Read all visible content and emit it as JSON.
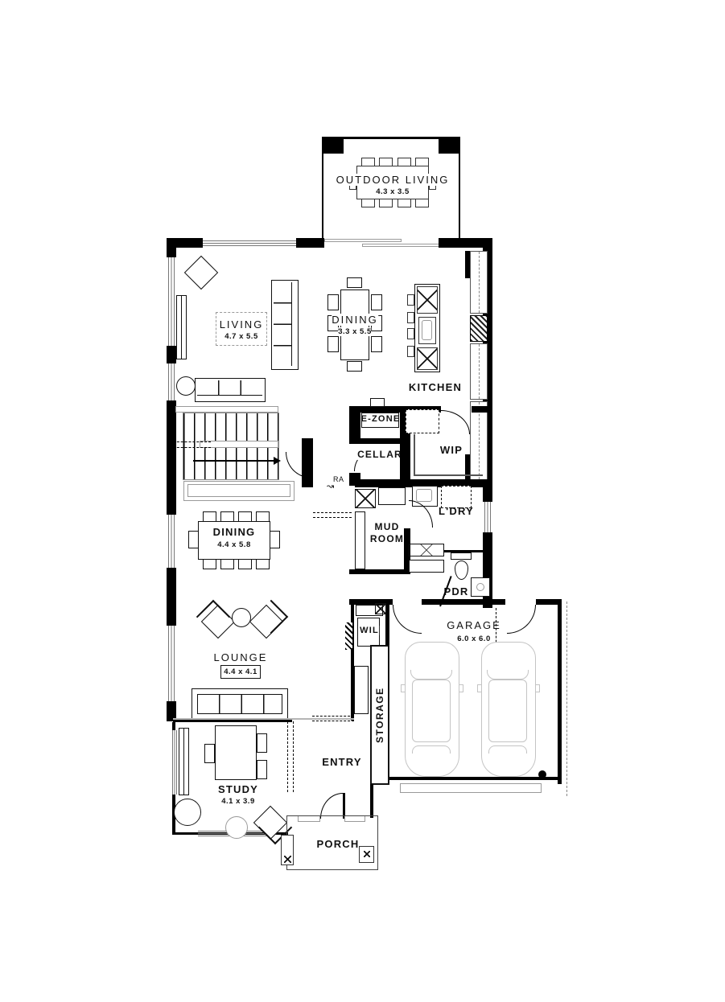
{
  "plan": {
    "rooms": {
      "outdoor_living": {
        "name": "OUTDOOR LIVING",
        "dims": "4.3 x 3.5"
      },
      "living": {
        "name": "LIVING",
        "dims": "4.7 x 5.5"
      },
      "dining_upper": {
        "name": "DINING",
        "dims": "3.3 x 5.5"
      },
      "kitchen": {
        "name": "KITCHEN"
      },
      "e_zone": {
        "name": "E-ZONE"
      },
      "cellar": {
        "name": "CELLAR"
      },
      "wip": {
        "name": "WIP"
      },
      "ldry": {
        "name": "L'DRY"
      },
      "mud_room": {
        "name": "MUD ROOM"
      },
      "dining_lower": {
        "name": "DINING",
        "dims": "4.4 x 5.8"
      },
      "pdr": {
        "name": "PDR"
      },
      "lounge": {
        "name": "LOUNGE",
        "dims": "4.4 x 4.1"
      },
      "wil": {
        "name": "WIL"
      },
      "garage": {
        "name": "GARAGE",
        "dims": "6.0 x 6.0"
      },
      "storage": {
        "name": "STORAGE"
      },
      "study": {
        "name": "STUDY",
        "dims": "4.1 x 3.9"
      },
      "entry": {
        "name": "ENTRY"
      },
      "porch": {
        "name": "PORCH"
      }
    },
    "annotations": {
      "return_air_label": "RA",
      "return_air_arrow": "↝"
    },
    "colors": {
      "ink": "#000000",
      "furniture_light": "#b5b5b5",
      "background": "#ffffff"
    }
  }
}
